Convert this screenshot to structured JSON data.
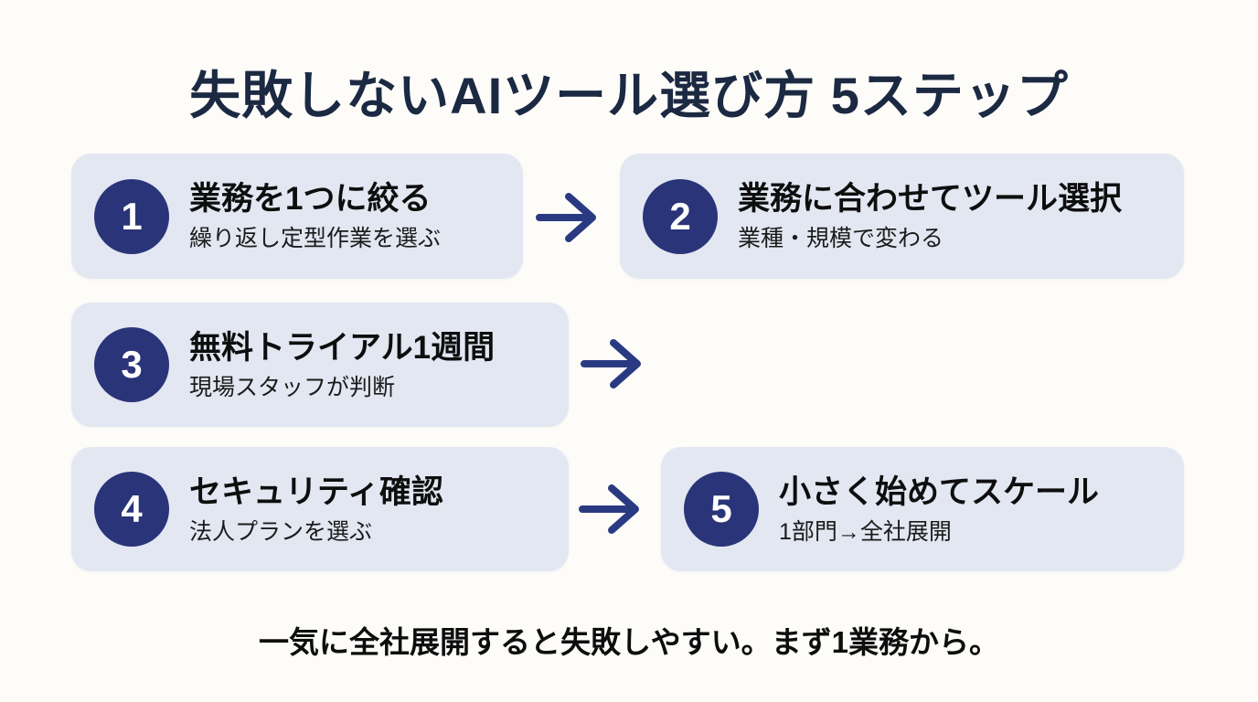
{
  "page": {
    "title": "失敗しないAIツール選び方 5ステップ",
    "footer": "一気に全社展開すると失敗しやすい。まず1業務から。",
    "steps": [
      {
        "number": "1",
        "title": "業務を1つに絞る",
        "subtitle": "繰り返し定型作業を選ぶ"
      },
      {
        "number": "2",
        "title": "業務に合わせてツール選択",
        "subtitle": "業種・規模で変わる"
      },
      {
        "number": "3",
        "title": "無料トライアル1週間",
        "subtitle": "現場スタッフが判断"
      },
      {
        "number": "4",
        "title": "セキュリティ確認",
        "subtitle": "法人プランを選ぶ"
      },
      {
        "number": "5",
        "title": "小さく始めてスケール",
        "subtitle": "1部門→全社展開"
      }
    ],
    "colors": {
      "background": "#fdfcf9",
      "card_background": "#e2e7f2",
      "badge_background": "#2a3478",
      "badge_text": "#ffffff",
      "title_text": "#1c2942",
      "step_title_text": "#0e0e0e",
      "step_subtitle_text": "#1b1b1b",
      "arrow": "#2a3a82",
      "footer_text": "#0d0d0d"
    }
  }
}
